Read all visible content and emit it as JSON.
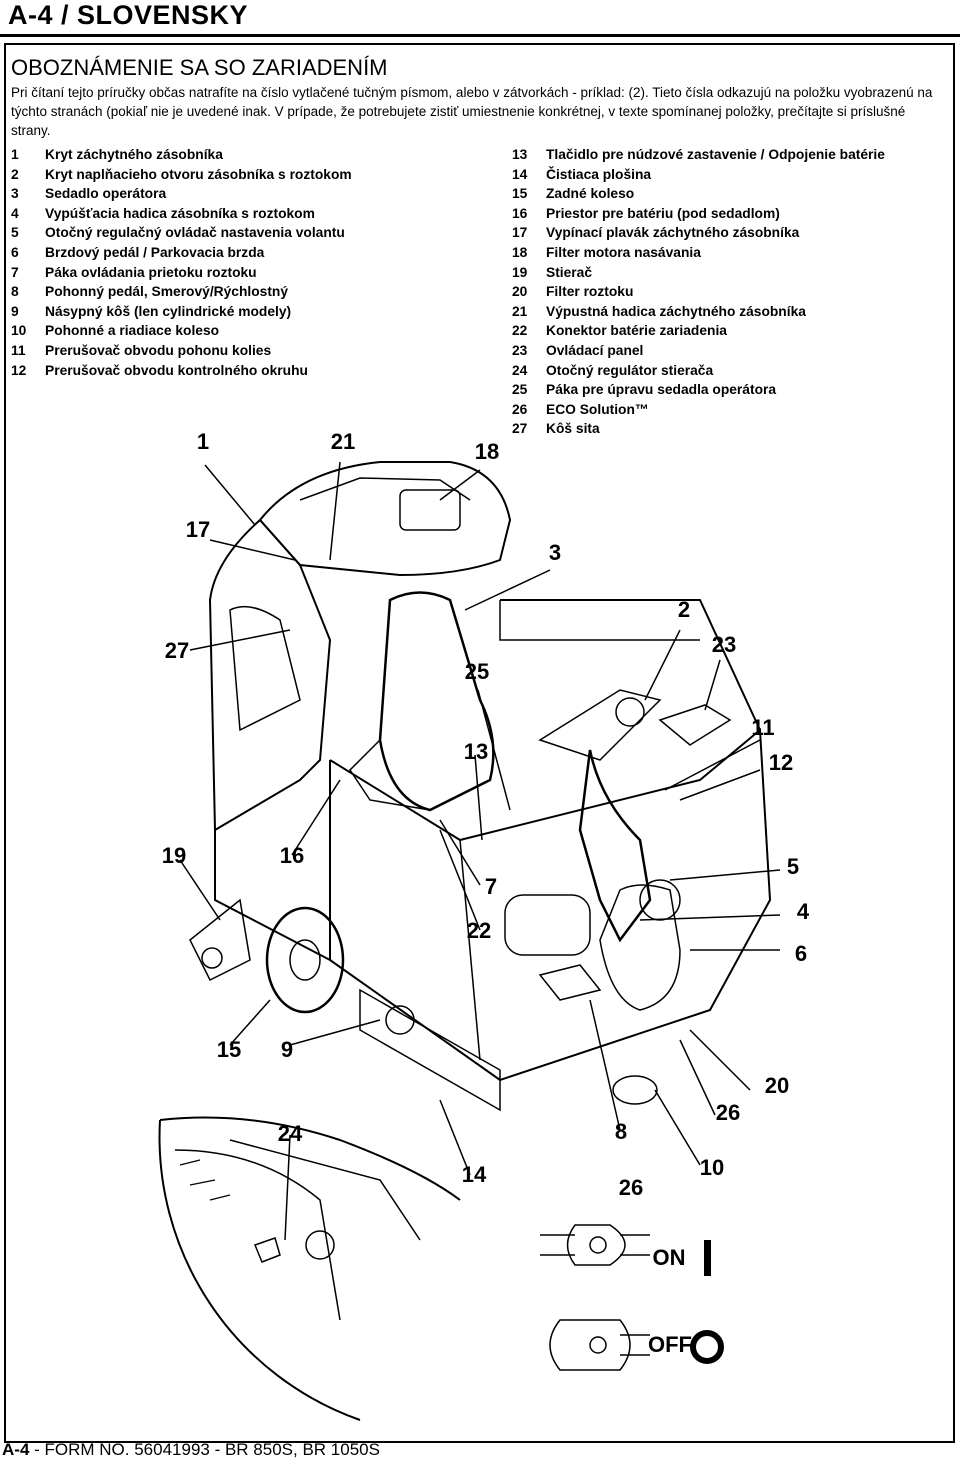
{
  "header": {
    "title": "A-4 / SLOVENSKY"
  },
  "section": {
    "title": "OBOZNÁMENIE SA SO ZARIADENÍM",
    "intro": "Pri čítaní tejto príručky občas natrafíte na číslo vytlačené tučným písmom, alebo v zátvorkách - príklad: (2). Tieto čísla odkazujú na položku vyobrazenú na týchto stranách (pokiaľ nie je uvedené inak. V prípade, že potrebujete zistiť umiestnenie konkrétnej, v texte spomínanej položky, prečítajte si príslušné strany."
  },
  "parts_left": [
    {
      "num": "1",
      "label": "Kryt záchytného zásobníka"
    },
    {
      "num": "2",
      "label": "Kryt naplňacieho otvoru zásobníka s roztokom"
    },
    {
      "num": "3",
      "label": "Sedadlo operátora"
    },
    {
      "num": "4",
      "label": "Vypúšťacia hadica zásobníka s roztokom"
    },
    {
      "num": "5",
      "label": "Otočný regulačný ovládač nastavenia volantu"
    },
    {
      "num": "6",
      "label": "Brzdový pedál / Parkovacia brzda"
    },
    {
      "num": "7",
      "label": "Páka ovládania prietoku roztoku"
    },
    {
      "num": "8",
      "label": "Pohonný pedál, Smerový/Rýchlostný"
    },
    {
      "num": "9",
      "label": "Násypný kôš (len cylindrické modely)"
    },
    {
      "num": "10",
      "label": "Pohonné a riadiace koleso"
    },
    {
      "num": "11",
      "label": "Prerušovač obvodu pohonu kolies"
    },
    {
      "num": "12",
      "label": "Prerušovač obvodu kontrolného okruhu"
    }
  ],
  "parts_right": [
    {
      "num": "13",
      "label": "Tlačidlo pre núdzové zastavenie / Odpojenie batérie"
    },
    {
      "num": "14",
      "label": "Čistiaca plošina"
    },
    {
      "num": "15",
      "label": "Zadné koleso"
    },
    {
      "num": "16",
      "label": "Priestor pre batériu (pod sedadlom)"
    },
    {
      "num": "17",
      "label": "Vypínací plavák záchytného zásobníka"
    },
    {
      "num": "18",
      "label": "Filter motora nasávania"
    },
    {
      "num": "19",
      "label": "Stierač"
    },
    {
      "num": "20",
      "label": "Filter roztoku"
    },
    {
      "num": "21",
      "label": "Výpustná hadica záchytného zásobníka"
    },
    {
      "num": "22",
      "label": "Konektor batérie zariadenia"
    },
    {
      "num": "23",
      "label": "Ovládací panel"
    },
    {
      "num": "24",
      "label": "Otočný regulátor stierača"
    },
    {
      "num": "25",
      "label": "Páka pre úpravu sedadla operátora"
    },
    {
      "num": "26",
      "label": "ECO Solution™"
    },
    {
      "num": "27",
      "label": "Kôš sita"
    }
  ],
  "callouts": [
    "1",
    "21",
    "18",
    "17",
    "3",
    "2",
    "27",
    "23",
    "25",
    "11",
    "13",
    "12",
    "19",
    "16",
    "5",
    "7",
    "4",
    "22",
    "6",
    "15",
    "9",
    "20",
    "26",
    "24",
    "8",
    "10",
    "14",
    "26"
  ],
  "switch": {
    "on": "ON",
    "off": "OFF"
  },
  "footer": {
    "page": "A-4",
    "form": " - FORM NO. 56041993 - BR 850S, BR 1050S"
  }
}
